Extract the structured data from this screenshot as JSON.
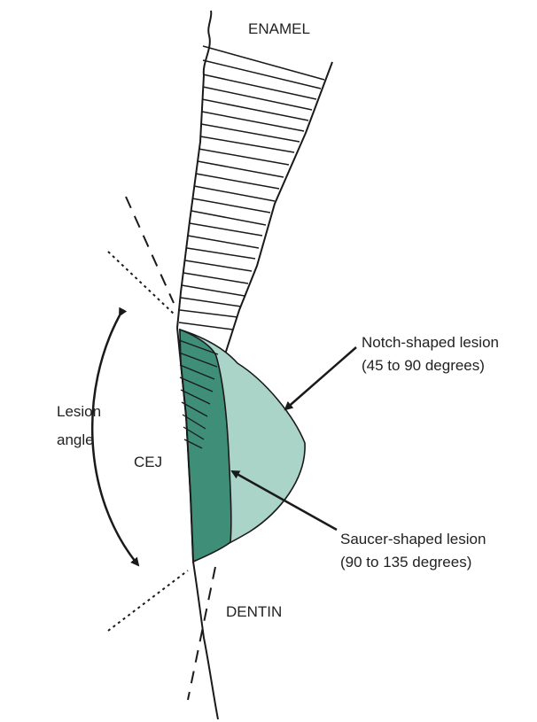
{
  "labels": {
    "enamel": "ENAMEL",
    "dentin": "DENTIN",
    "cej": "CEJ",
    "lesion_angle_line1": "Lesion",
    "lesion_angle_line2": "angle",
    "notch_line1": "Notch-shaped lesion",
    "notch_line2": "(45 to 90 degrees)",
    "saucer_line1": "Saucer-shaped lesion",
    "saucer_line2": "(90 to 135 degrees)"
  },
  "colors": {
    "notch_lesion_fill": "#a9d4c7",
    "saucer_lesion_fill": "#3f8e78",
    "outline": "#1a1a1a"
  }
}
